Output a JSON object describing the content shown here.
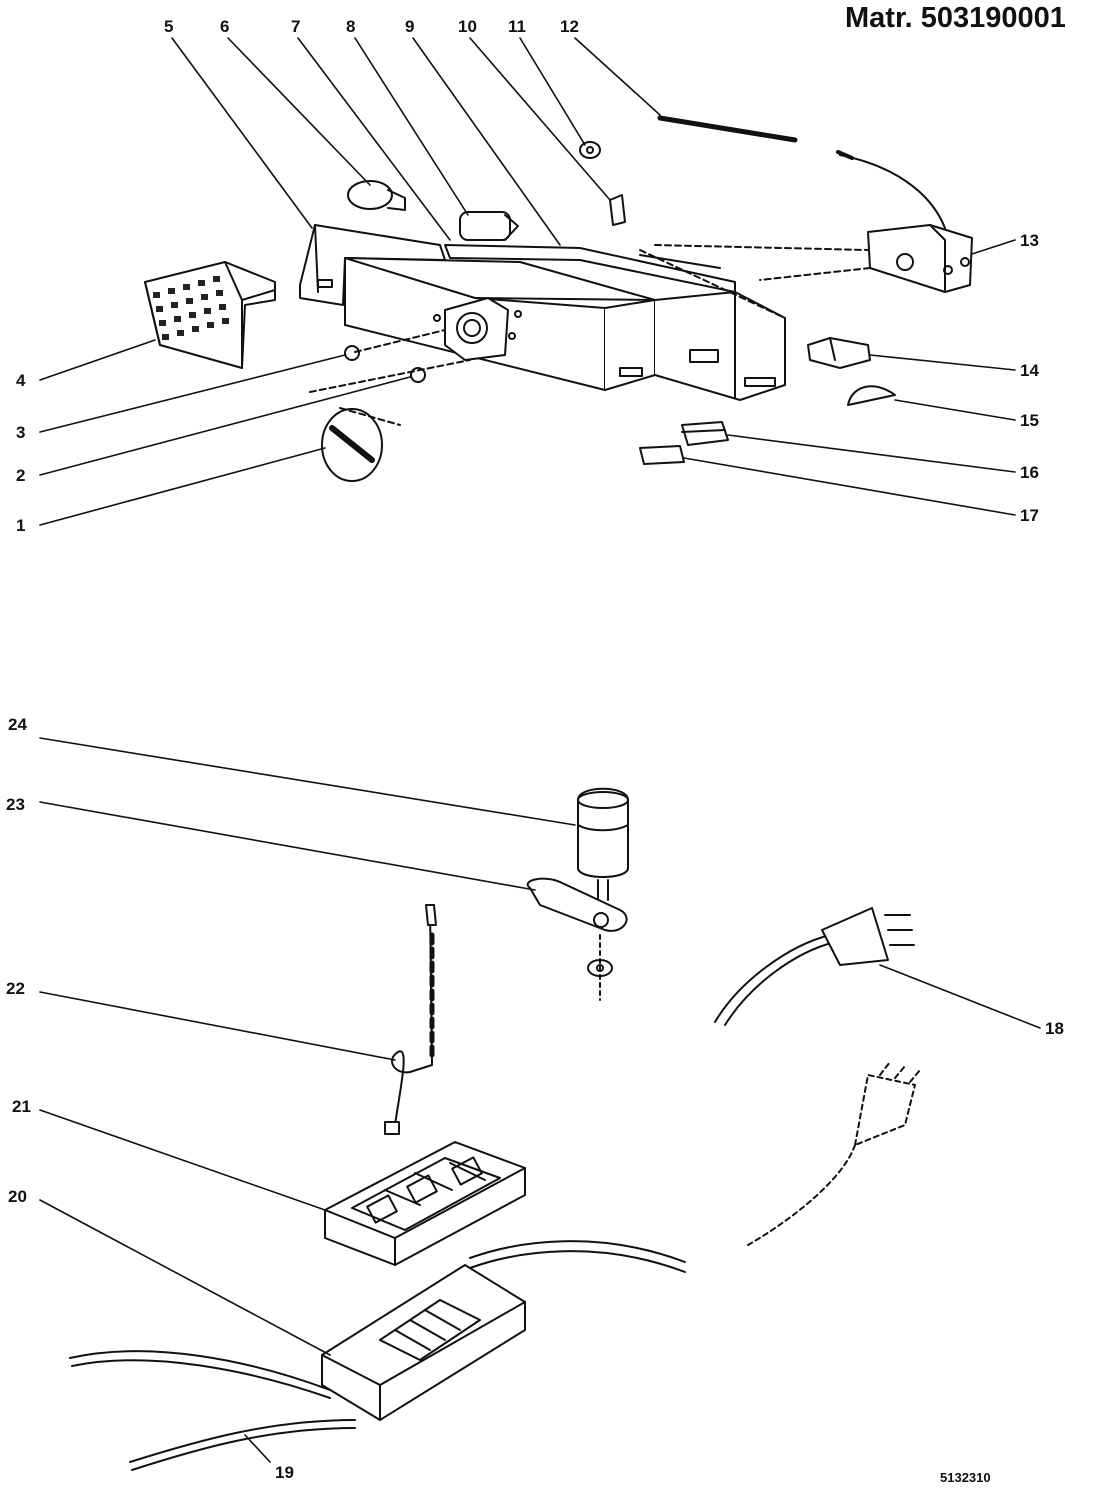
{
  "header": {
    "title": "Matr. 503190001"
  },
  "footer": {
    "drawing_number": "5132310"
  },
  "callouts": [
    "1",
    "2",
    "3",
    "4",
    "5",
    "6",
    "7",
    "8",
    "9",
    "10",
    "11",
    "12",
    "13",
    "14",
    "15",
    "16",
    "17",
    "18",
    "19",
    "20",
    "21",
    "22",
    "23",
    "24"
  ]
}
